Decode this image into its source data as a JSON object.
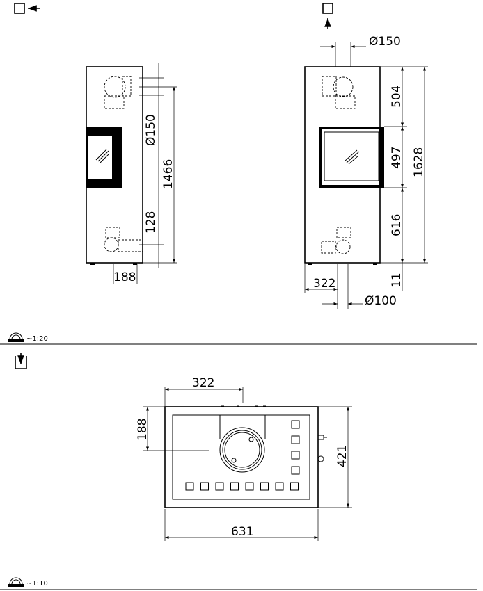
{
  "icons": {
    "side_view": "square-arrow-left-icon",
    "front_view": "square-arrow-up-icon",
    "top_view": "arrow-down-into-box-icon",
    "scale": "scale-ruler-icon"
  },
  "side_view": {
    "flue_diameter": "Ø150",
    "total_height": "1466",
    "bottom_outlet": "128",
    "depth_offset": "188"
  },
  "front_view": {
    "top_diameter": "Ø150",
    "top_section": "504",
    "window_height": "497",
    "bottom_section": "616",
    "total_height": "1628",
    "feet": "11",
    "offset": "322",
    "bottom_diameter": "Ø100"
  },
  "scale_1": "~1:20",
  "plan_view": {
    "offset_x": "322",
    "offset_y": "188",
    "depth": "421",
    "width": "631"
  },
  "scale_2": "~1:10"
}
